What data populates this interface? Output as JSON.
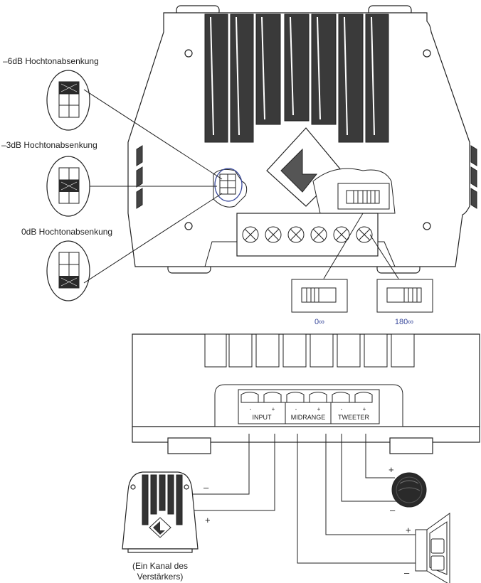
{
  "labels": {
    "minus6": "–6dB Hochtonabsenkung",
    "minus3": "–3dB Hochtonabsenkung",
    "zero": "0dB Hochtonabsenkung",
    "phase0": "0∞",
    "phase180": "180∞",
    "terminals": {
      "input": "INPUT",
      "midrange": "MIDRANGE",
      "tweeter": "TWEETER",
      "minus": "-",
      "plus": "+"
    },
    "amp_note_1": "(Ein Kanal des",
    "amp_note_2": "Verstärkers)",
    "amp_minus": "–",
    "amp_plus": "+",
    "tweeter_plus": "+",
    "tweeter_minus": "–",
    "woofer_plus": "+",
    "woofer_minus": "–"
  },
  "colors": {
    "line": "#222222",
    "accent_blue": "#3a4a9c",
    "speaker_dark": "#2a2a2a"
  }
}
